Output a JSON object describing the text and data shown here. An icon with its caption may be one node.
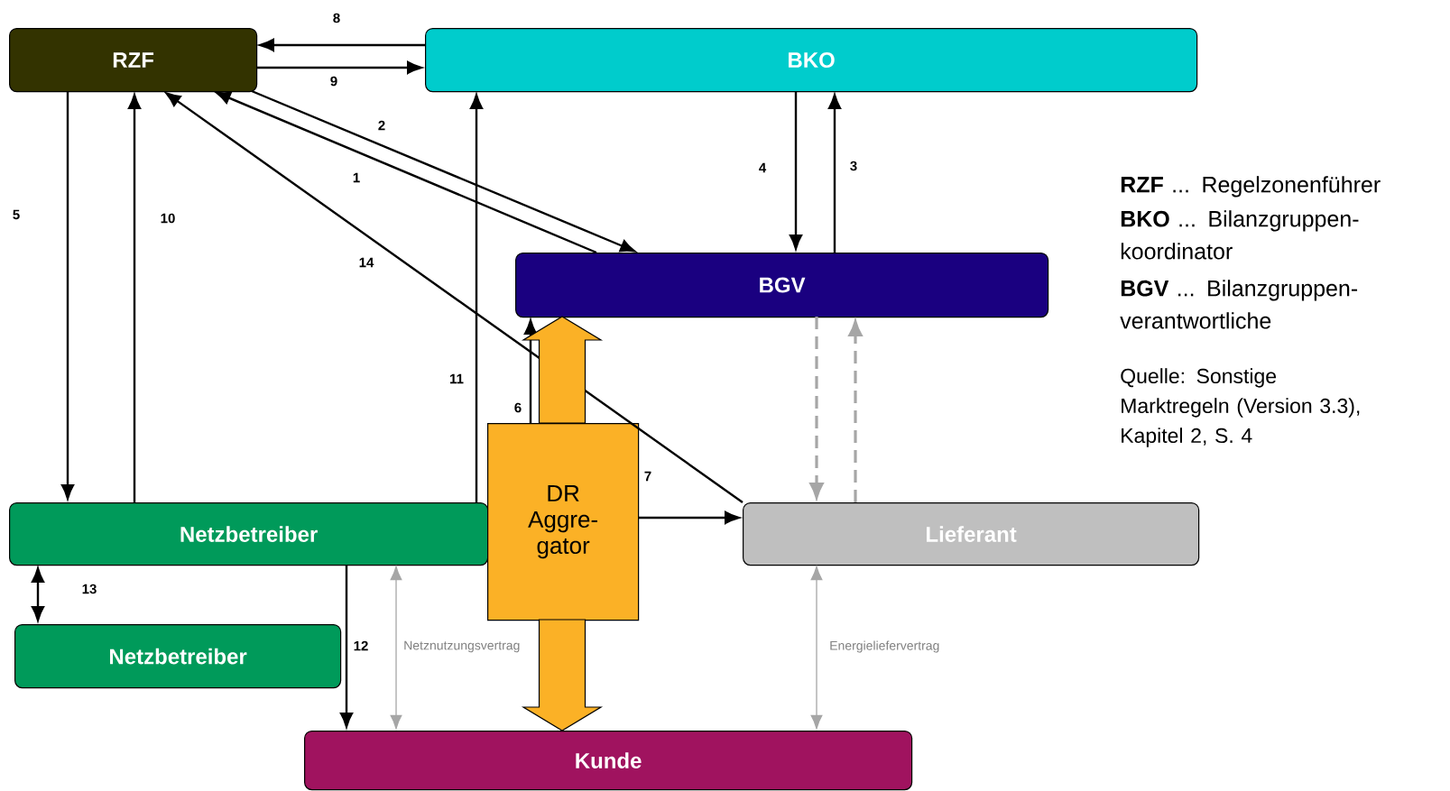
{
  "diagram": {
    "nodes": [
      {
        "text": [
          "RZF"
        ]
      },
      {
        "text": [
          "BKO"
        ]
      },
      {
        "text": [
          "BGV"
        ]
      },
      {
        "text": [
          "Netzbetreiber"
        ]
      },
      {
        "text": [
          "DR Aggre- gator"
        ]
      },
      {
        "text": [
          "Lieferant"
        ]
      },
      {
        "text": [
          "Netzbetreiber"
        ]
      },
      {
        "text": [
          "Kunde"
        ]
      }
    ],
    "edges": [
      {
        "from": 2,
        "to": 0,
        "arrow": "to",
        "label": "1"
      },
      {
        "from": 0,
        "to": 2,
        "arrow": "to",
        "label": "2"
      },
      {
        "from": 2,
        "to": 1,
        "arrow": "to",
        "label": "3"
      },
      {
        "from": 1,
        "to": 2,
        "arrow": "to",
        "label": "4"
      },
      {
        "from": 0,
        "to": 3,
        "arrow": "to",
        "label": "5"
      },
      {
        "from": 4,
        "to": 2,
        "arrow": "to",
        "label": "6"
      },
      {
        "from": 4,
        "to": 5,
        "arrow": "to",
        "label": "7"
      },
      {
        "from": 1,
        "to": 0,
        "arrow": "to",
        "label": "8"
      },
      {
        "from": 0,
        "to": 1,
        "arrow": "to",
        "label": "9"
      },
      {
        "from": 3,
        "to": 0,
        "arrow": "to",
        "label": "10"
      },
      {
        "from": 3,
        "to": 1,
        "arrow": "to",
        "label": "11"
      },
      {
        "from": 3,
        "to": 7,
        "arrow": "to",
        "label": "12"
      },
      {
        "from": 3,
        "to": 6,
        "arrow": "both",
        "label": "13"
      },
      {
        "from": 5,
        "to": 0,
        "arrow": "to",
        "label": "14"
      },
      {
        "from": 2,
        "to": 5,
        "arrow": "to",
        "style": "dashed",
        "color": "#a6a6a6"
      },
      {
        "from": 5,
        "to": 2,
        "arrow": "to",
        "style": "dashed",
        "color": "#a6a6a6"
      },
      {
        "from": 3,
        "to": 7,
        "arrow": "both",
        "label": "Netznutzungsvertrag",
        "color": "#a6a6a6"
      },
      {
        "from": 5,
        "to": 7,
        "arrow": "both",
        "label": "Energieliefervertrag",
        "color": "#a6a6a6"
      },
      {
        "from": 4,
        "to": 2,
        "arrow": "to",
        "style": "thick",
        "color": "#fbb126"
      },
      {
        "from": 4,
        "to": 7,
        "arrow": "to",
        "style": "thick",
        "color": "#fbb126"
      }
    ],
    "labels": [
      "**RZF** ... Regelzonenführer",
      "**BKO** ... Bilanzgruppen- koordinator",
      "**BGV** ... Bilanzgruppen- verantwortliche",
      "Quelle: Sonstige Marktregeln (Version 3.3), Kapitel 2, S. 4"
    ]
  }
}
